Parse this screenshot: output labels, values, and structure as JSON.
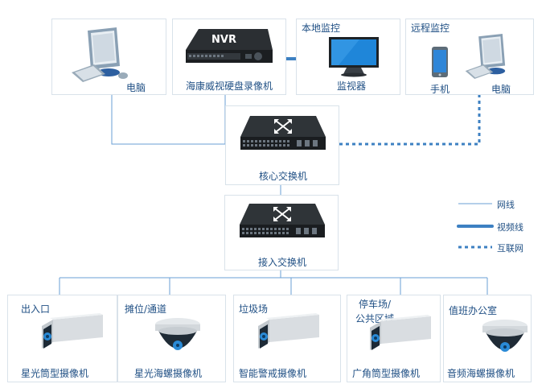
{
  "top": {
    "pc": {
      "label": "电脑"
    },
    "nvr": {
      "label": "海康威视硬盘录像机",
      "badge": "NVR"
    },
    "local": {
      "title": "本地监控",
      "label": "监视器"
    },
    "remote": {
      "title": "远程监控",
      "phone_label": "手机",
      "pc_label": "电脑"
    }
  },
  "core_switch": {
    "label": "核心交换机"
  },
  "access_switch": {
    "label": "接入交换机"
  },
  "legend": {
    "network": "网线",
    "video": "视频线",
    "internet": "互联网"
  },
  "cameras": [
    {
      "location": "出入口",
      "label": "星光筒型摄像机",
      "kind": "bullet-camera"
    },
    {
      "location": "摊位/通道",
      "label": "星光海螺摄像机",
      "kind": "dome-camera"
    },
    {
      "location": "垃圾场",
      "label": "智能警戒摄像机",
      "kind": "bullet-camera"
    },
    {
      "location_line1": "停车场/",
      "location_line2": "公共区域",
      "label": "广角筒型摄像机",
      "kind": "bullet-camera"
    },
    {
      "location": "值班办公室",
      "label": "音频海螺摄像机",
      "kind": "dome-camera"
    }
  ],
  "colors": {
    "line": "#3d80c2",
    "text": "#1f4f84",
    "border": "#d9e2ea"
  }
}
